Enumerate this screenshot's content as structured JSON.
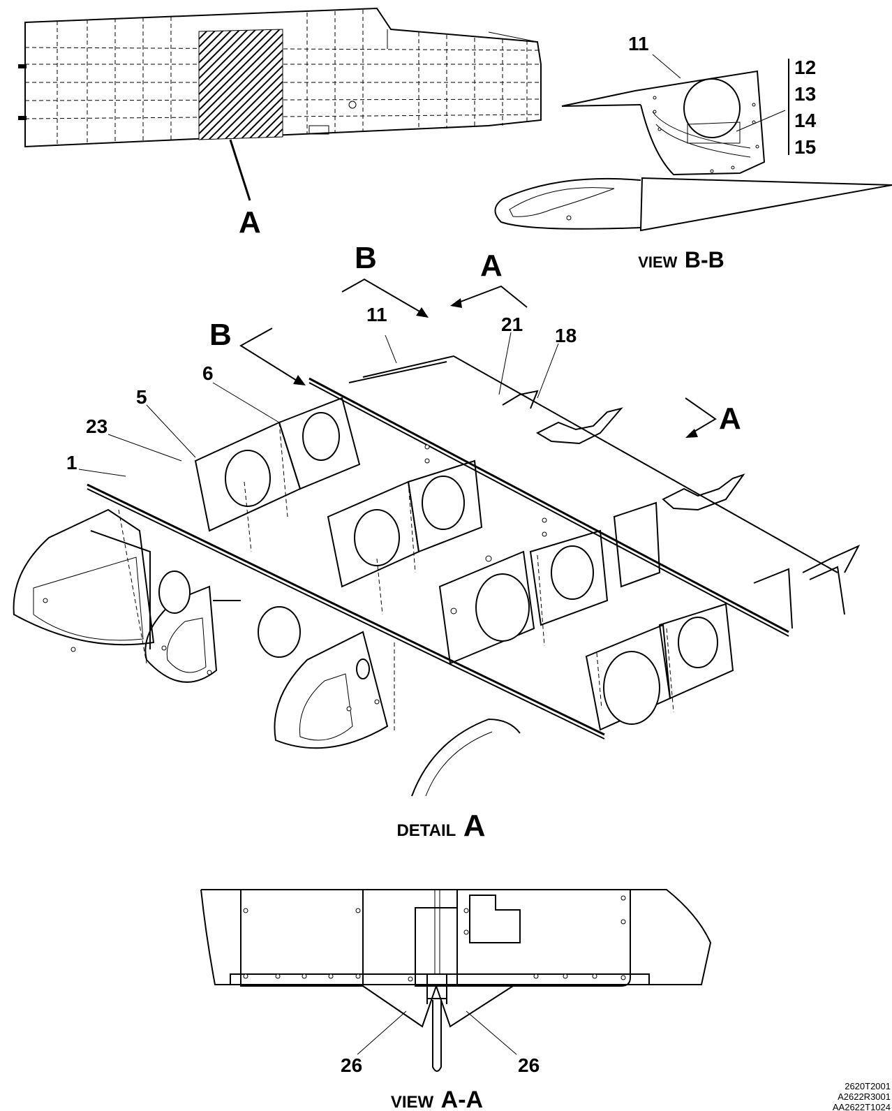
{
  "views": {
    "view_bb": {
      "prefix": "VIEW",
      "letter": "B-B"
    },
    "detail_a": {
      "prefix": "DETAIL",
      "letter": "A"
    },
    "view_aa": {
      "prefix": "VIEW",
      "letter": "A-A"
    }
  },
  "callouts": {
    "wing_a": "A",
    "bb_11": "11",
    "bb_12": "12",
    "bb_13": "13",
    "bb_14": "14",
    "bb_15": "15",
    "section_b_top": "B",
    "section_a_top": "A",
    "section_b_left": "B",
    "section_a_right": "A",
    "d_11": "11",
    "d_21": "21",
    "d_18": "18",
    "d_6": "6",
    "d_5": "5",
    "d_23": "23",
    "d_1": "1",
    "aa_26_left": "26",
    "aa_26_right": "26"
  },
  "references": [
    "2620T2001",
    "A2622R3001",
    "AA2622T1024"
  ]
}
